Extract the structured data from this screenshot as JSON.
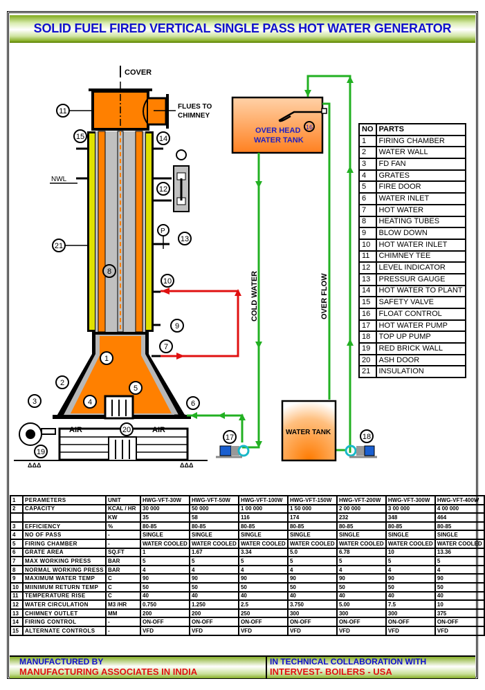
{
  "title": "SOLID FUEL FIRED VERTICAL SINGLE PASS HOT WATER GENERATOR",
  "diagram": {
    "labels": {
      "cover": "COVER",
      "flues_line1": "FLUES TO",
      "flues_line2": "CHIMNEY",
      "nwl": "NWL",
      "overhead_line1": "OVER HEAD",
      "overhead_line2": "WATER TANK",
      "cold_water": "COLD WATER",
      "over_flow": "OVER FLOW",
      "water_tank": "WATER TANK",
      "air_left": "AIR",
      "air_right": "AIR",
      "pressure_gauge_symbol": "P"
    },
    "callouts": [
      "1",
      "2",
      "3",
      "4",
      "5",
      "6",
      "7",
      "8",
      "9",
      "10",
      "11",
      "12",
      "13",
      "14",
      "15",
      "16",
      "17",
      "18",
      "19",
      "20",
      "21"
    ],
    "colors": {
      "furnace": "#ff8000",
      "insulation": "#e0e000",
      "tubes": "#b8b8b8",
      "hot_water_line": "#e01010",
      "cold_water_line": "#22b022",
      "pump_valve": "#18b8c8",
      "pump_motor": "#1a5fd0"
    }
  },
  "parts_table": {
    "header": {
      "no": "NO",
      "name": "PARTS"
    },
    "rows": [
      {
        "no": "1",
        "name": "FIRING CHAMBER"
      },
      {
        "no": "2",
        "name": "WATER WALL"
      },
      {
        "no": "3",
        "name": "FD FAN"
      },
      {
        "no": "4",
        "name": "GRATES"
      },
      {
        "no": "5",
        "name": "FIRE DOOR"
      },
      {
        "no": "6",
        "name": "WATER INLET"
      },
      {
        "no": "7",
        "name": "HOT WATER"
      },
      {
        "no": "8",
        "name": "HEATING TUBES"
      },
      {
        "no": "9",
        "name": "BLOW DOWN"
      },
      {
        "no": "10",
        "name": "HOT WATER INLET"
      },
      {
        "no": "11",
        "name": "CHIMNEY TEE"
      },
      {
        "no": "12",
        "name": "LEVEL INDICATOR"
      },
      {
        "no": "13",
        "name": "PRESSUR GAUGE"
      },
      {
        "no": "14",
        "name": "HOT WATER TO PLANT"
      },
      {
        "no": "15",
        "name": "SAFETY VALVE"
      },
      {
        "no": "16",
        "name": "FLOAT CONTROL"
      },
      {
        "no": "17",
        "name": "HOT WATER PUMP"
      },
      {
        "no": "18",
        "name": "TOP UP PUMP"
      },
      {
        "no": "19",
        "name": "RED BRICK WALL"
      },
      {
        "no": "20",
        "name": "ASH DOOR"
      },
      {
        "no": "21",
        "name": "INSULATION"
      }
    ]
  },
  "spec_table": {
    "rows": [
      {
        "n": "1",
        "param": "PERAMETERS",
        "unit": "UNIT",
        "vals": [
          "HWG-VFT-30W",
          "HWG-VFT-50W",
          "HWG-VFT-100W",
          "HWG-VFT-150W",
          "HWG-VFT-200W",
          "HWG-VFT-300W",
          "HWG-VFT-400W"
        ]
      },
      {
        "n": "2",
        "param": "CAPACITY",
        "unit": "KCAL / HR",
        "vals": [
          "30 000",
          "50 000",
          "1 00 000",
          "1 50 000",
          "2 00 000",
          "3 00 000",
          "4 00 000"
        ]
      },
      {
        "n": "",
        "param": "",
        "unit": "KW",
        "vals": [
          "35",
          "58",
          "116",
          "174",
          "232",
          "348",
          "464"
        ]
      },
      {
        "n": "3",
        "param": "EFFICIENCY",
        "unit": "%",
        "vals": [
          "80-85",
          "80-85",
          "80-85",
          "80-85",
          "80-85",
          "80-85",
          "80-85"
        ]
      },
      {
        "n": "4",
        "param": "NO OF PASS",
        "unit": "-",
        "vals": [
          "SINGLE",
          "SINGLE",
          "SINGLE",
          "SINGLE",
          "SINGLE",
          "SINGLE",
          "SINGLE"
        ]
      },
      {
        "n": "5",
        "param": "FIRING CHAMBER",
        "unit": "-",
        "vals": [
          "WATER COOLED",
          "WATER COOLED",
          "WATER COOLED",
          "WATER COOLED",
          "WATER COOLED",
          "WATER COOLED",
          "WATER COOLED"
        ]
      },
      {
        "n": "6",
        "param": "GRATE AREA",
        "unit": "SQ.FT",
        "vals": [
          "1",
          "1.67",
          "3.34",
          "5.0",
          "6.78",
          "10",
          "13.36"
        ]
      },
      {
        "n": "7",
        "param": "MAX WORKING PRESS",
        "unit": "BAR",
        "vals": [
          "5",
          "5",
          "5",
          "5",
          "5",
          "5",
          "5"
        ]
      },
      {
        "n": "8",
        "param": "NORMAL WORKING PRESS",
        "unit": "BAR",
        "vals": [
          "4",
          "4",
          "4",
          "4",
          "4",
          "4",
          "4"
        ]
      },
      {
        "n": "9",
        "param": "MAXIMUM WATER TEMP",
        "unit": "C",
        "vals": [
          "90",
          "90",
          "90",
          "90",
          "90",
          "90",
          "90"
        ]
      },
      {
        "n": "10",
        "param": "MIINIMUM RETURN TEMP",
        "unit": "C",
        "vals": [
          "50",
          "50",
          "50",
          "50",
          "50",
          "50",
          "50"
        ]
      },
      {
        "n": "11",
        "param": "TEMPERATURE RISE",
        "unit": "C",
        "vals": [
          "40",
          "40",
          "40",
          "40",
          "40",
          "40",
          "40"
        ]
      },
      {
        "n": "12",
        "param": "WATER CIRCULATION",
        "unit": "M3 /HR",
        "vals": [
          "0.750",
          "1.250",
          "2.5",
          "3.750",
          "5.00",
          "7.5",
          "10"
        ]
      },
      {
        "n": "13",
        "param": "CHIMNEY OUTLET",
        "unit": "MM",
        "vals": [
          "200",
          "200",
          "250",
          "300",
          "300",
          "300",
          "375"
        ]
      },
      {
        "n": "14",
        "param": "FIRING CONTROL",
        "unit": "-",
        "vals": [
          "ON-OFF",
          "ON-OFF",
          "ON-OFF",
          "ON-OFF",
          "ON-OFF",
          "ON-OFF",
          "ON-OFF"
        ]
      },
      {
        "n": "15",
        "param": "ALTERNATE CONTROLS",
        "unit": "-",
        "vals": [
          "VFD",
          "VFD",
          "VFD",
          "VFD",
          "VFD",
          "VFD",
          "VFD"
        ]
      }
    ]
  },
  "footer": {
    "left_label": "MANUFACTURED BY",
    "left_name": "MANUFACTURING ASSOCIATES IN INDIA",
    "right_label": "IN TECHNICAL COLLABORATION WITH",
    "right_name": "INTERVEST- BOILERS - USA"
  }
}
